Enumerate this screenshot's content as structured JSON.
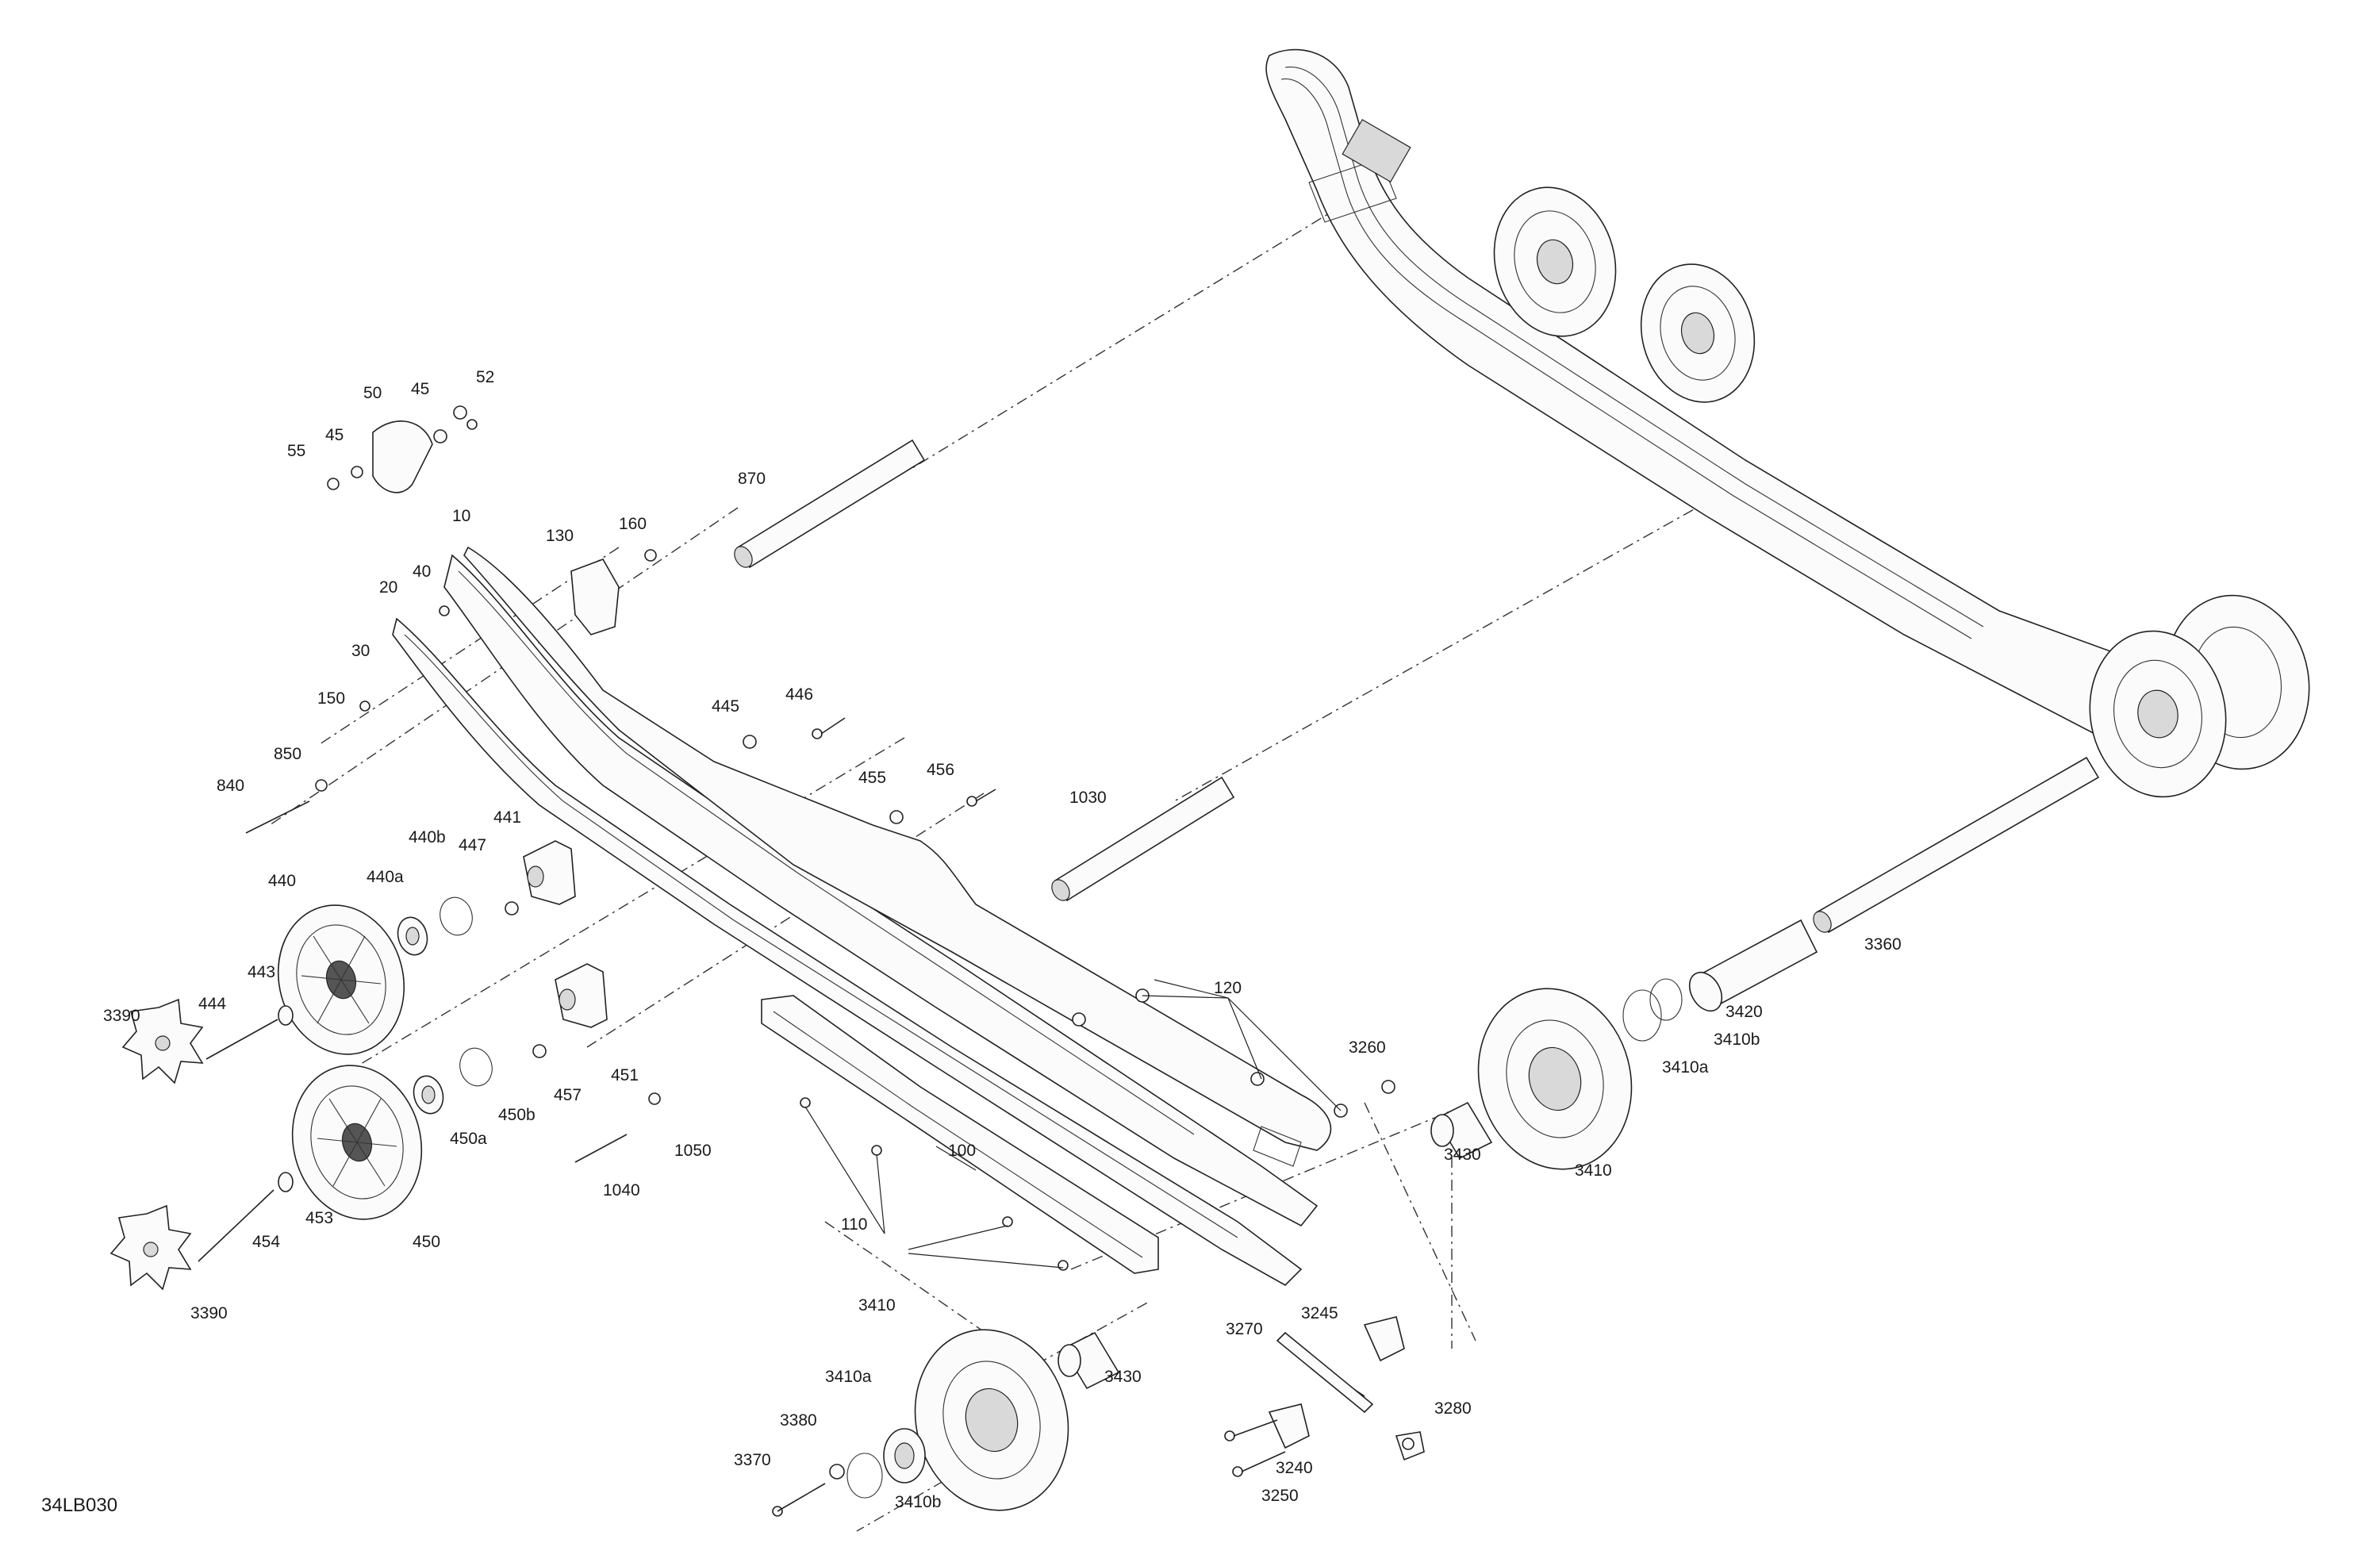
{
  "diagram_ref": "34LB030",
  "callouts": [
    {
      "id": "c52",
      "text": "52"
    },
    {
      "id": "c50",
      "text": "50"
    },
    {
      "id": "c45a",
      "text": "45"
    },
    {
      "id": "c45b",
      "text": "45"
    },
    {
      "id": "c55",
      "text": "55"
    },
    {
      "id": "c870",
      "text": "870"
    },
    {
      "id": "c10",
      "text": "10"
    },
    {
      "id": "c130",
      "text": "130"
    },
    {
      "id": "c160",
      "text": "160"
    },
    {
      "id": "c40",
      "text": "40"
    },
    {
      "id": "c20",
      "text": "20"
    },
    {
      "id": "c30",
      "text": "30"
    },
    {
      "id": "c150",
      "text": "150"
    },
    {
      "id": "c850",
      "text": "850"
    },
    {
      "id": "c840",
      "text": "840"
    },
    {
      "id": "c445",
      "text": "445"
    },
    {
      "id": "c446",
      "text": "446"
    },
    {
      "id": "c455",
      "text": "455"
    },
    {
      "id": "c456",
      "text": "456"
    },
    {
      "id": "c1030",
      "text": "1030"
    },
    {
      "id": "c441",
      "text": "441"
    },
    {
      "id": "c447",
      "text": "447"
    },
    {
      "id": "c440b",
      "text": "440b"
    },
    {
      "id": "c440a",
      "text": "440a"
    },
    {
      "id": "c440",
      "text": "440"
    },
    {
      "id": "c443",
      "text": "443"
    },
    {
      "id": "c444",
      "text": "444"
    },
    {
      "id": "c3390a",
      "text": "3390"
    },
    {
      "id": "c457",
      "text": "457"
    },
    {
      "id": "c451",
      "text": "451"
    },
    {
      "id": "c450b",
      "text": "450b"
    },
    {
      "id": "c450a",
      "text": "450a"
    },
    {
      "id": "c453",
      "text": "453"
    },
    {
      "id": "c454",
      "text": "454"
    },
    {
      "id": "c450",
      "text": "450"
    },
    {
      "id": "c3390b",
      "text": "3390"
    },
    {
      "id": "c1040",
      "text": "1040"
    },
    {
      "id": "c1050",
      "text": "1050"
    },
    {
      "id": "c120",
      "text": "120"
    },
    {
      "id": "c100",
      "text": "100"
    },
    {
      "id": "c110",
      "text": "110"
    },
    {
      "id": "c3360",
      "text": "3360"
    },
    {
      "id": "c3420",
      "text": "3420"
    },
    {
      "id": "c3410b_top",
      "text": "3410b"
    },
    {
      "id": "c3410a_top",
      "text": "3410a"
    },
    {
      "id": "c3260",
      "text": "3260"
    },
    {
      "id": "c3430_top",
      "text": "3430"
    },
    {
      "id": "c3410_top",
      "text": "3410"
    },
    {
      "id": "c3410_bot",
      "text": "3410"
    },
    {
      "id": "c3430_bot",
      "text": "3430"
    },
    {
      "id": "c3410a_bot",
      "text": "3410a"
    },
    {
      "id": "c3380",
      "text": "3380"
    },
    {
      "id": "c3370",
      "text": "3370"
    },
    {
      "id": "c3410b_bot",
      "text": "3410b"
    },
    {
      "id": "c3270",
      "text": "3270"
    },
    {
      "id": "c3245",
      "text": "3245"
    },
    {
      "id": "c3280",
      "text": "3280"
    },
    {
      "id": "c3240",
      "text": "3240"
    },
    {
      "id": "c3250",
      "text": "3250"
    }
  ]
}
